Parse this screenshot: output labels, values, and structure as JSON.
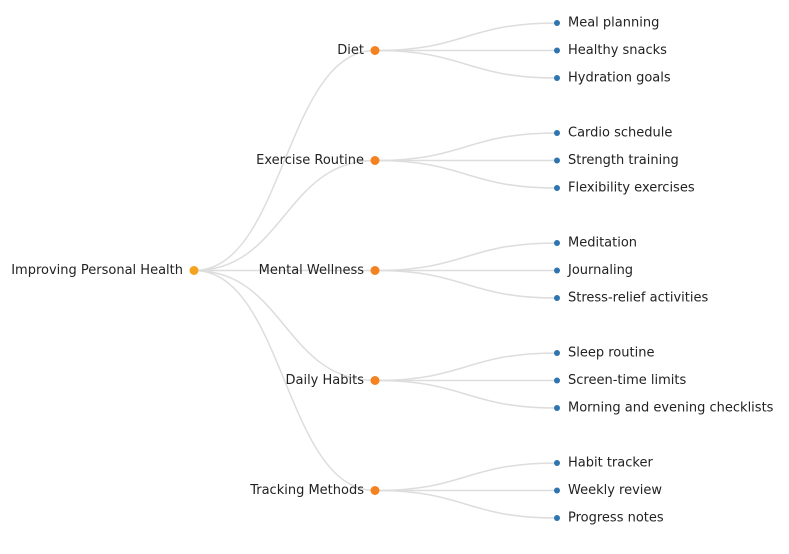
{
  "colors": {
    "root_node": "#f4a31c",
    "branch_node": "#f58220",
    "leaf_node": "#2e75b0",
    "link": "#dddddd",
    "text": "#222222"
  },
  "tree": {
    "label": "Improving Personal Health",
    "children": [
      {
        "label": "Diet",
        "children": [
          {
            "label": "Meal planning"
          },
          {
            "label": "Healthy snacks"
          },
          {
            "label": "Hydration goals"
          }
        ]
      },
      {
        "label": "Exercise Routine",
        "children": [
          {
            "label": "Cardio schedule"
          },
          {
            "label": "Strength training"
          },
          {
            "label": "Flexibility exercises"
          }
        ]
      },
      {
        "label": "Mental Wellness",
        "children": [
          {
            "label": "Meditation"
          },
          {
            "label": "Journaling"
          },
          {
            "label": "Stress-relief activities"
          }
        ]
      },
      {
        "label": "Daily Habits",
        "children": [
          {
            "label": "Sleep routine"
          },
          {
            "label": "Screen-time limits"
          },
          {
            "label": "Morning and evening checklists"
          }
        ]
      },
      {
        "label": "Tracking Methods",
        "children": [
          {
            "label": "Habit tracker"
          },
          {
            "label": "Weekly review"
          },
          {
            "label": "Progress notes"
          }
        ]
      }
    ]
  }
}
